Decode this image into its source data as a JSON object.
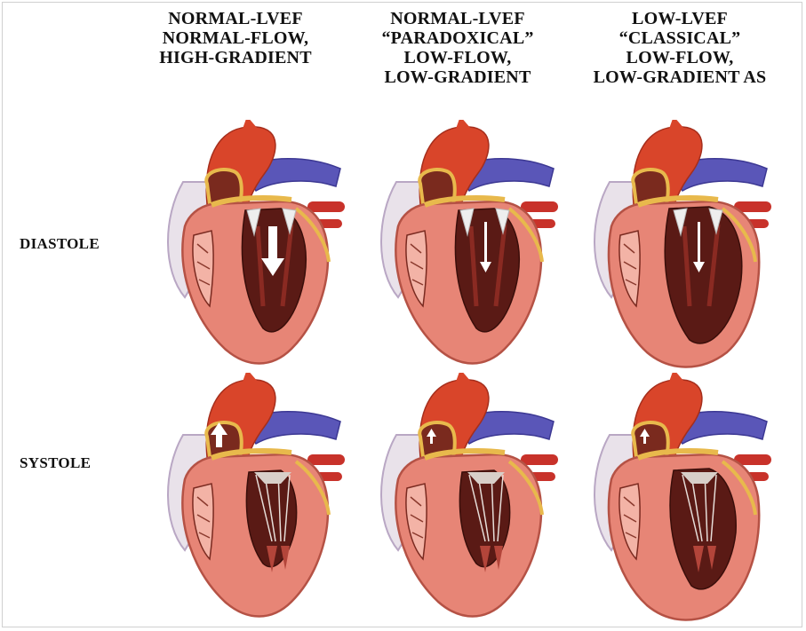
{
  "columns": [
    {
      "title": "NORMAL-LVEF\nNORMAL-FLOW,\nHIGH-GRADIENT"
    },
    {
      "title": "NORMAL-LVEF\n“PARADOXICAL”\nLOW-FLOW,\nLOW-GRADIENT"
    },
    {
      "title": "LOW-LVEF\n“CLASSICAL”\nLOW-FLOW,\nLOW-GRADIENT AS"
    }
  ],
  "rows": [
    {
      "label": "DIASTOLE"
    },
    {
      "label": "SYSTOLE"
    }
  ],
  "colors": {
    "myocardium": "#e78576",
    "myocardium_light": "#f3b3a6",
    "cavity": "#5a1a15",
    "aorta": "#d9452a",
    "vein": "#5a56b8",
    "fat": "#e8b94c",
    "arrow": "#ffffff"
  }
}
